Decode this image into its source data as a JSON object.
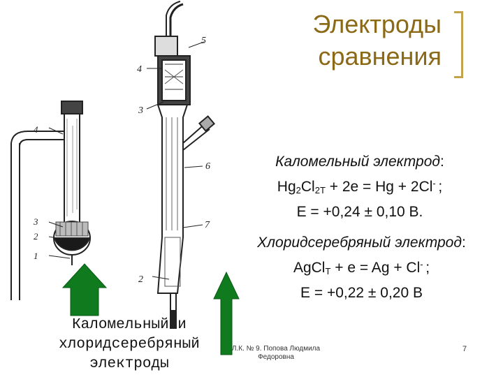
{
  "title": {
    "line1": "Электроды",
    "line2": "сравнения"
  },
  "calomel": {
    "heading": "Каломельный электрод",
    "colon": ":",
    "eq": {
      "a": "Hg",
      "s1": "2",
      "b": "Cl",
      "s2": "2T",
      "c": " + 2e = Hg + 2Cl",
      "sup": "- ",
      "d": " ;"
    },
    "potential": "E = +0,24 ± 0,10 B."
  },
  "silver": {
    "heading": "Хлоридсеребряный электрод",
    "colon": ":",
    "eq": {
      "a": "AgCl",
      "s1": "T",
      "b": " + e = Ag + Cl",
      "sup": "- ",
      "c": " ;"
    },
    "potential": "E = +0,22 ± 0,20 B"
  },
  "caption": {
    "line1": "Каломельный и",
    "line2": "хлоридсеребряный",
    "line3": "электроды"
  },
  "footer": {
    "line1": "Л.К. № 9. Попова Людмила",
    "line2": "Федоровна"
  },
  "page_number": "7",
  "labels": {
    "left": [
      "4",
      "3",
      "2",
      "1"
    ],
    "right": [
      "4",
      "5",
      "3",
      "6",
      "7",
      "2"
    ]
  },
  "colors": {
    "title": "#8b6a17",
    "arrow": "#0f7a1e",
    "bracket": "#c2a24a"
  }
}
